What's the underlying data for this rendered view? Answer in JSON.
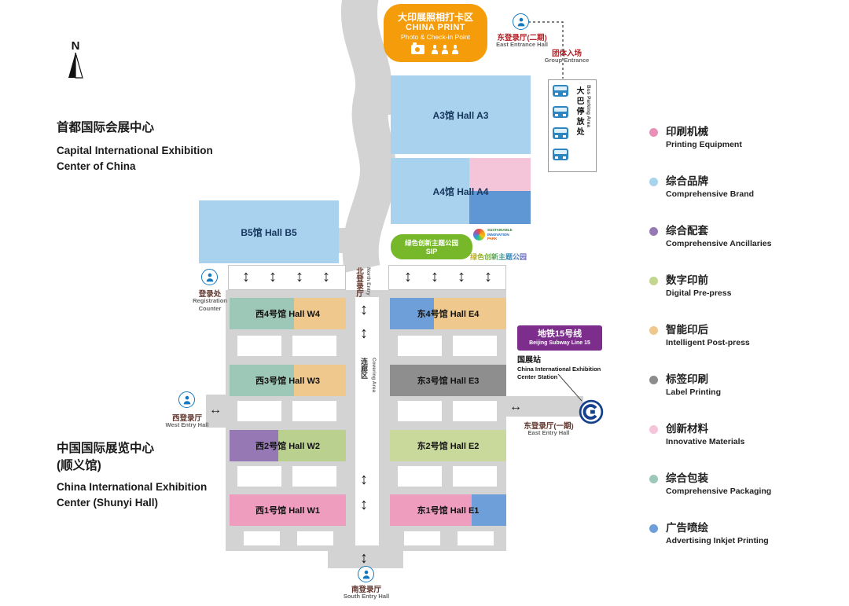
{
  "compass": {
    "label": "N"
  },
  "venues": {
    "capital": {
      "zh": "首都国际会展中心",
      "en_line1": "Capital International Exhibition",
      "en_line2": "Center of China"
    },
    "shunyi": {
      "zh_line1": "中国国际展览中心",
      "zh_line2": "(顺义馆)",
      "en_line1": "China International Exhibition",
      "en_line2": "Center (Shunyi Hall)"
    }
  },
  "photo_point": {
    "zh": "大印展照相打卡区",
    "en_line1": "CHINA PRINT",
    "en_line2": "Photo & Check-in Point",
    "bg": "#f59c0b"
  },
  "entrances": {
    "east_phase2": {
      "zh": "东登录厅(二期)",
      "en": "East Entrance Hall"
    },
    "group": {
      "zh": "团体入场",
      "en": "Group Entrance"
    },
    "north": {
      "zh": "北登录厅",
      "en": "North Entry Hall"
    },
    "west": {
      "zh": "西登录厅",
      "en": "West Entry Hall"
    },
    "east_phase1": {
      "zh": "东登录厅(一期)",
      "en": "East Entry Hall"
    },
    "south": {
      "zh": "南登录厅",
      "en": "South Entry Hall"
    },
    "registration": {
      "zh": "登录处",
      "en_line1": "Registration",
      "en_line2": "Counter"
    }
  },
  "bus_parking": {
    "zh": "大巴停放处",
    "en": "Bus Parking Area"
  },
  "corridor": {
    "zh": "连廊区",
    "en": "Covering Area"
  },
  "sip": {
    "box_zh": "绿色创新主题公园",
    "box_abbr": "SIP",
    "bg": "#76b82a",
    "logo": {
      "en_line1": "SUSTAINABLE",
      "en_line2": "INNOVATION",
      "en_line3": "PARK",
      "zh": "绿色创新主题公园"
    }
  },
  "subway": {
    "line_zh": "地铁15号线",
    "line_en": "Beijing Subway Line 15",
    "bg": "#7d2e8d",
    "station_zh": "国展站",
    "station_en_line1": "China International Exhibition",
    "station_en_line2": "Center Station"
  },
  "halls": {
    "a3": {
      "label": "A3馆 Hall A3",
      "fill": "#a8d2ee"
    },
    "a4": {
      "label": "A4馆 Hall A4",
      "left": "#a8d2ee",
      "top_right": "#f4c5d9",
      "bottom_right": "#5f97d5"
    },
    "b5": {
      "label": "B5馆 Hall B5",
      "fill": "#a8d2ee"
    },
    "w4": {
      "label": "西4号馆 Hall W4",
      "left": "#9dc8b7",
      "right": "#eec88c"
    },
    "e4": {
      "label": "东4号馆 Hall E4",
      "left": "#6f9fd8",
      "right": "#eec88c"
    },
    "w3": {
      "label": "西3号馆 Hall W3",
      "left": "#9dc8b7",
      "right": "#eec88c"
    },
    "e3": {
      "label": "东3号馆 Hall E3",
      "fill": "#8e8e8e"
    },
    "w2": {
      "label": "西2号馆 Hall W2",
      "left": "#9678b4",
      "right": "#b9d08f"
    },
    "e2": {
      "label": "东2号馆 Hall E2",
      "fill": "#c9d89b"
    },
    "w1": {
      "label": "西1号馆 Hall W1",
      "fill": "#ef9dbf"
    },
    "e1": {
      "label": "东1号馆 Hall E1",
      "left": "#ef9dbf",
      "right": "#6f9fd8"
    }
  },
  "icons": {
    "v_arrow": "↕",
    "h_arrow": "↔"
  },
  "legend": {
    "items": [
      {
        "zh": "印刷机械",
        "en": "Printing Equipment",
        "color": "#e890b8"
      },
      {
        "zh": "综合品牌",
        "en": "Comprehensive Brand",
        "color": "#a8d2ee"
      },
      {
        "zh": "综合配套",
        "en": "Comprehensive Ancillaries",
        "color": "#9678b4"
      },
      {
        "zh": "数字印前",
        "en": "Digital Pre-press",
        "color": "#c3d68f"
      },
      {
        "zh": "智能印后",
        "en": "Intelligent Post-press",
        "color": "#eec88c"
      },
      {
        "zh": "标签印刷",
        "en": "Label Printing",
        "color": "#8c8c8c"
      },
      {
        "zh": "创新材料",
        "en": "Innovative Materials",
        "color": "#f4c5d9"
      },
      {
        "zh": "综合包装",
        "en": "Comprehensive Packaging",
        "color": "#9dc8b7"
      },
      {
        "zh": "广告喷绘",
        "en": "Advertising Inkjet Printing",
        "color": "#6f9fd8"
      }
    ]
  }
}
